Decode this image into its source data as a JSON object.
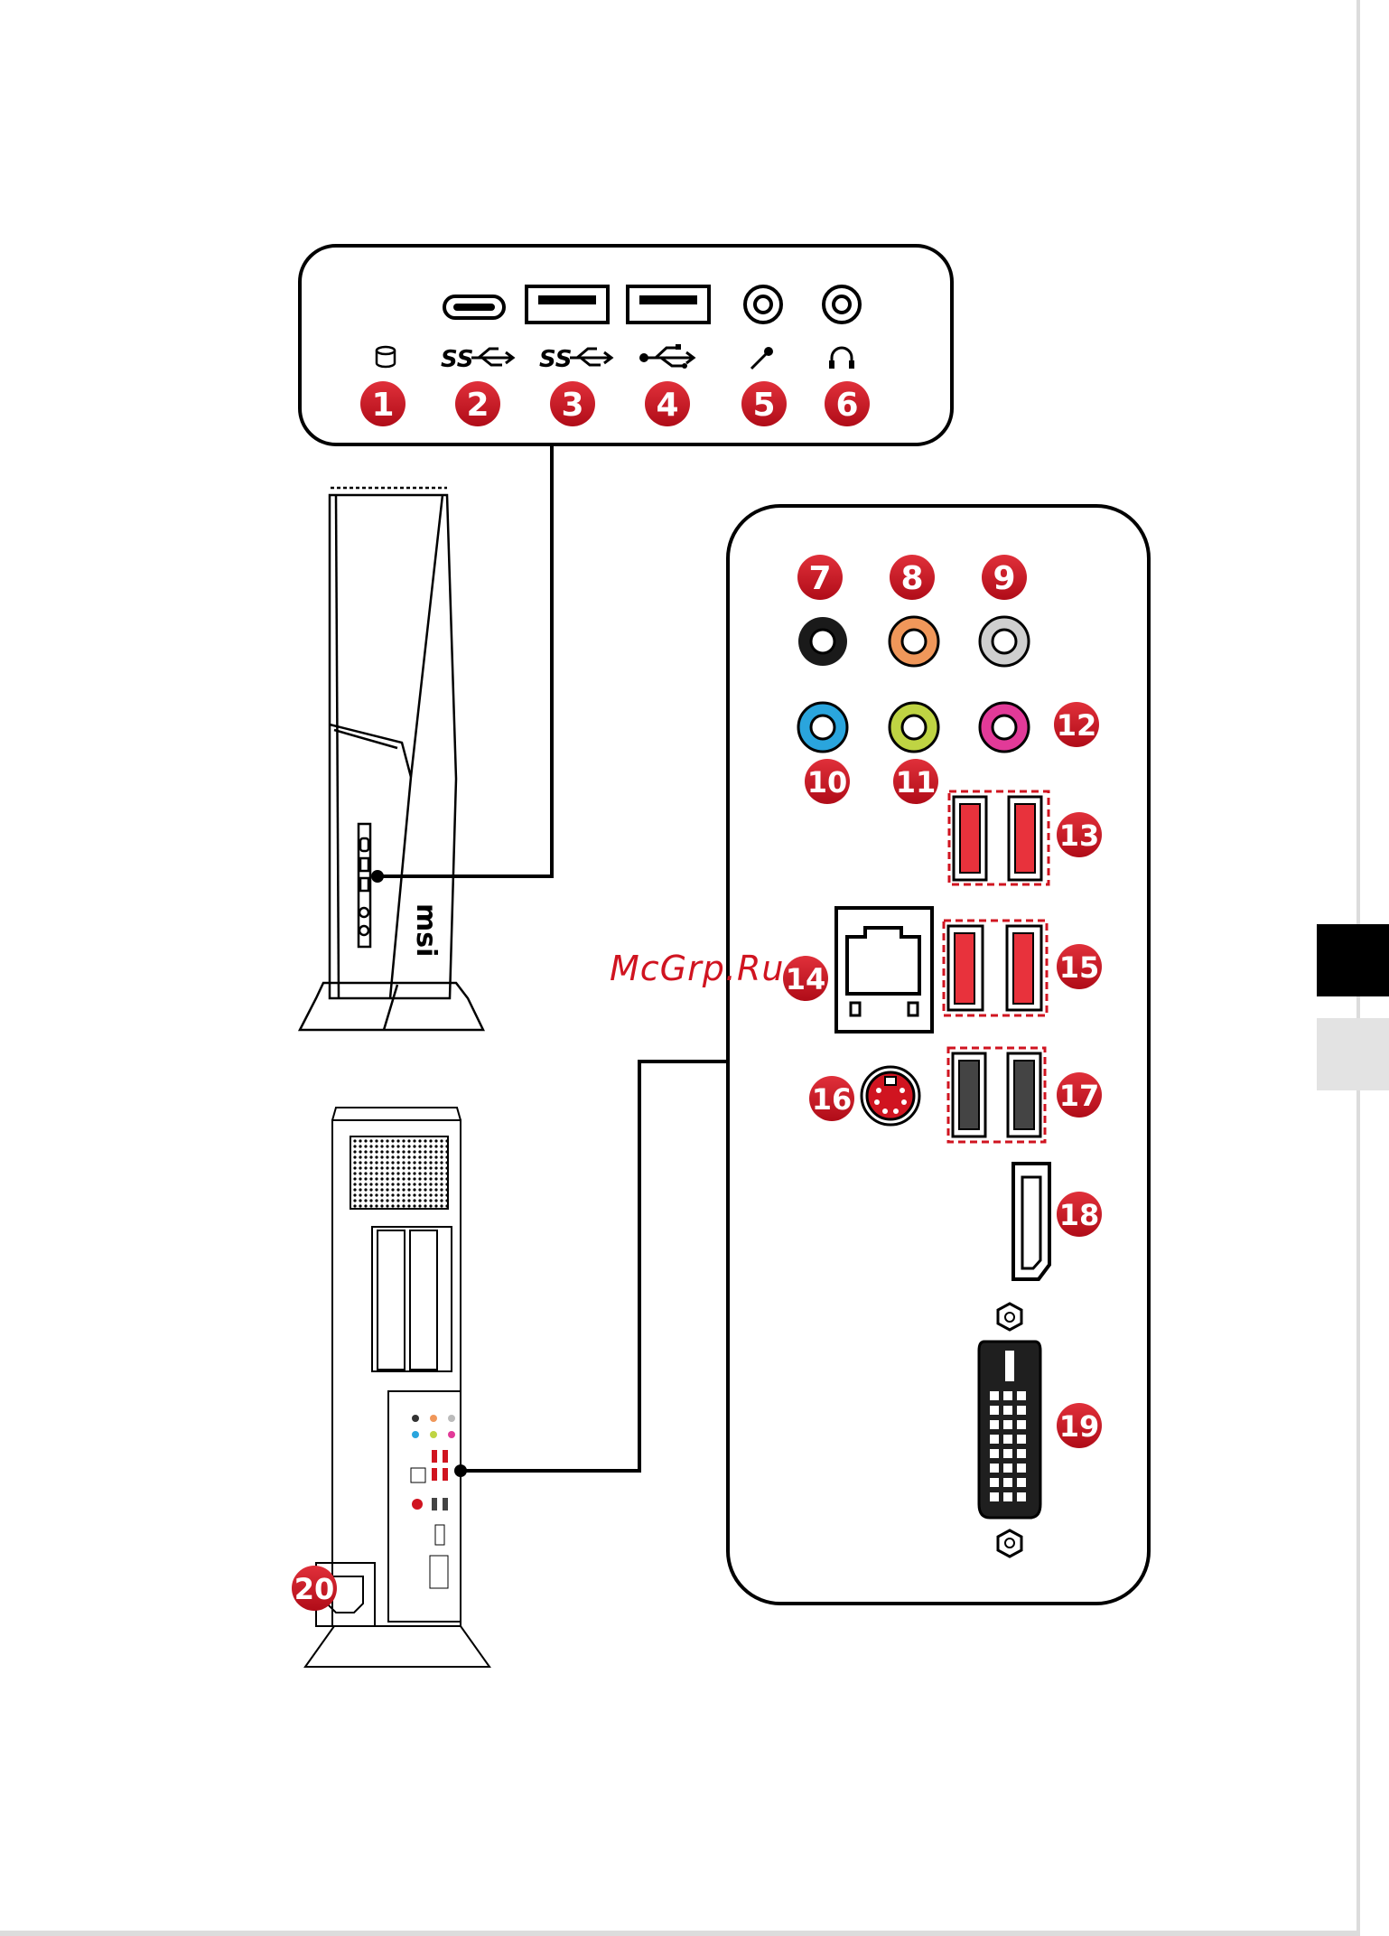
{
  "watermark": "McGrp.Ru",
  "front_panel": {
    "items": [
      {
        "number": "1",
        "icon": "hdd-led-icon"
      },
      {
        "number": "2",
        "icon": "usb-superspeed-icon"
      },
      {
        "number": "3",
        "icon": "usb-superspeed-icon"
      },
      {
        "number": "4",
        "icon": "usb-icon"
      },
      {
        "number": "5",
        "icon": "microphone-icon"
      },
      {
        "number": "6",
        "icon": "headphone-icon"
      }
    ]
  },
  "rear_panel": {
    "numbers": [
      "7",
      "8",
      "9",
      "10",
      "11",
      "12",
      "13",
      "14",
      "15",
      "16",
      "17",
      "18",
      "19",
      "20"
    ],
    "audio_colors": {
      "jack_7": "#1a1a1a",
      "jack_8": "#f0975a",
      "jack_9": "#cfcfcf",
      "jack_10": "#2aa5dd",
      "jack_11": "#bfd443",
      "jack_12": "#e23a98"
    }
  },
  "colors": {
    "badge": "#d01420",
    "accent_tab": "#000000",
    "secondary_tab": "#e3e3e3"
  }
}
